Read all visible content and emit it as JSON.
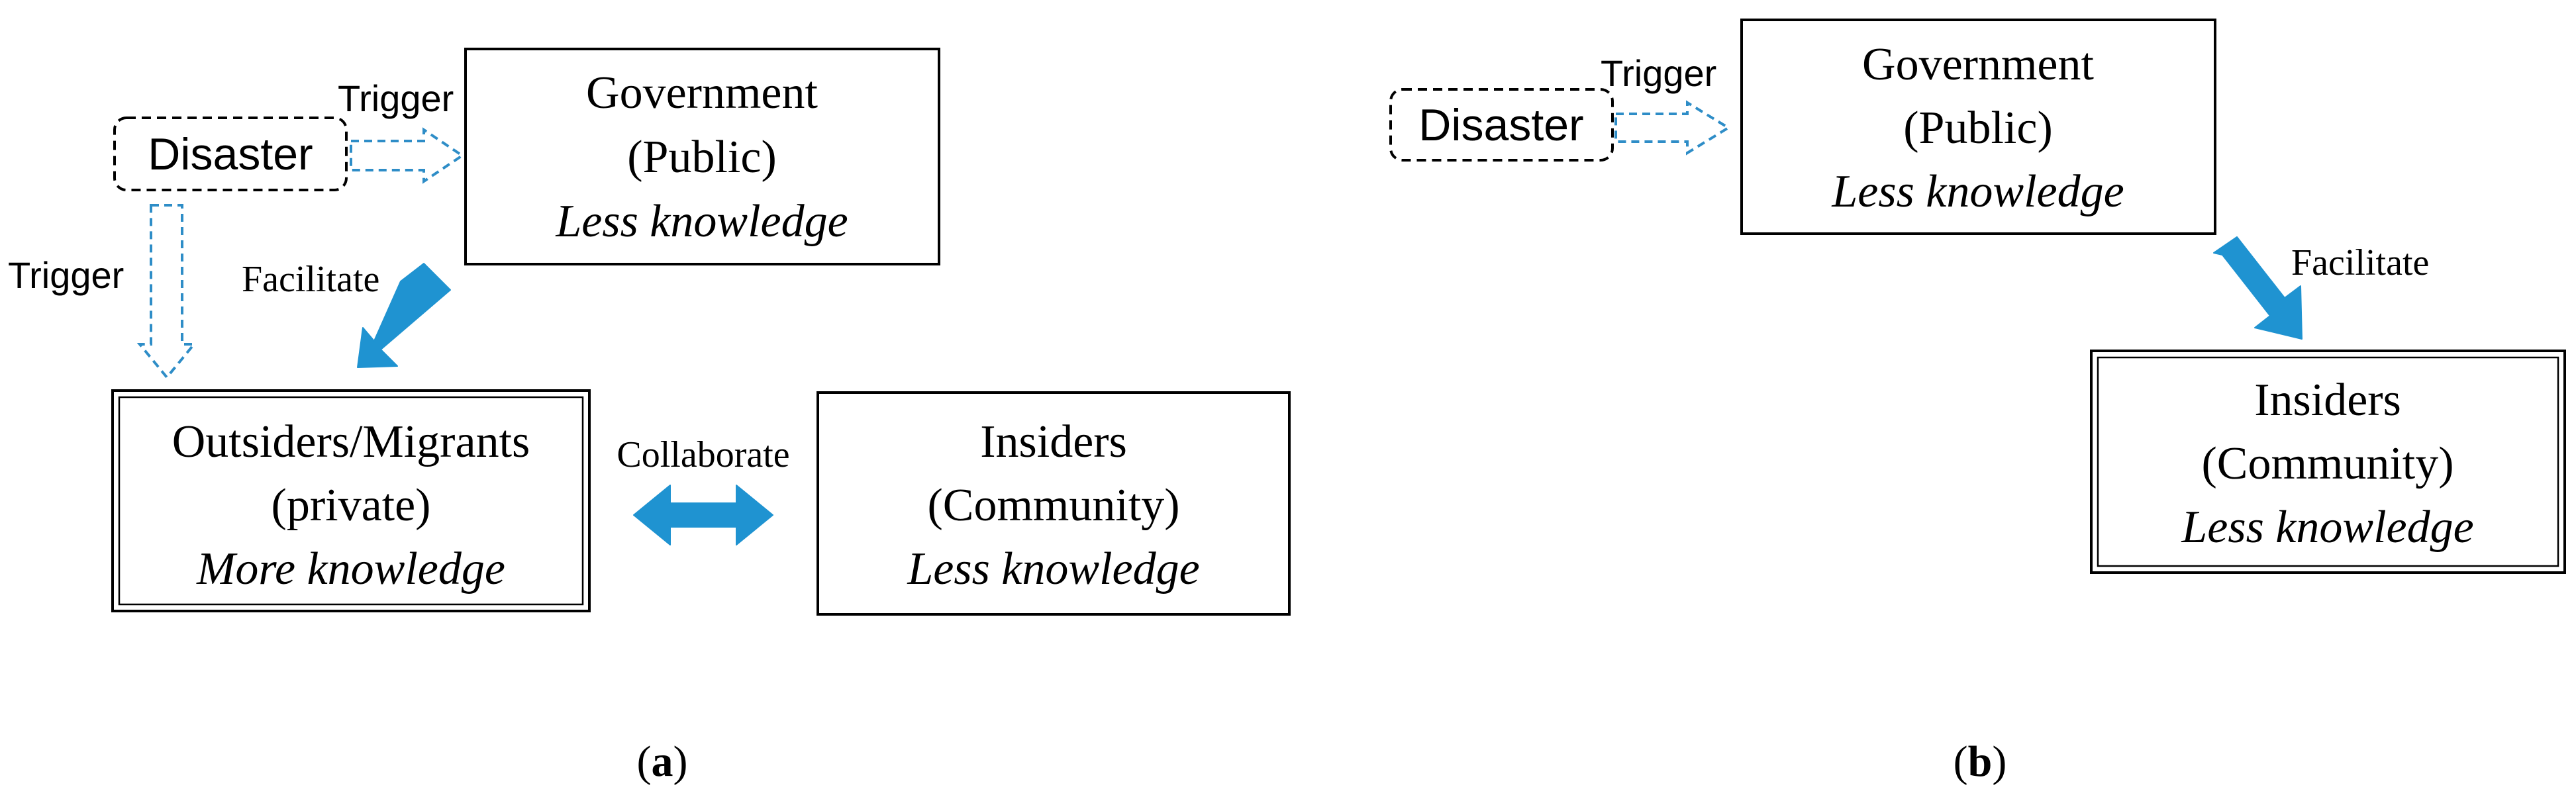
{
  "colors": {
    "arrow_blue": "#1f93d1",
    "dashed_blue": "#2e8dc7",
    "box_border": "#000000",
    "text": "#000000"
  },
  "panel_a": {
    "label": {
      "open": "(",
      "letter": "a",
      "close": ")"
    },
    "disaster": "Disaster",
    "government": {
      "title": "Government",
      "sub": "(Public)",
      "knowledge": "Less knowledge"
    },
    "outsiders": {
      "title": "Outsiders/Migrants",
      "sub": "(private)",
      "knowledge": "More knowledge"
    },
    "insiders": {
      "title": "Insiders",
      "sub": "(Community)",
      "knowledge": "Less knowledge"
    },
    "edges": {
      "trigger_right": "Trigger",
      "trigger_down": "Trigger",
      "facilitate": "Facilitate",
      "collaborate": "Collaborate"
    }
  },
  "panel_b": {
    "label": {
      "open": "(",
      "letter": "b",
      "close": ")"
    },
    "disaster": "Disaster",
    "government": {
      "title": "Government",
      "sub": "(Public)",
      "knowledge": "Less knowledge"
    },
    "insiders": {
      "title": "Insiders",
      "sub": "(Community)",
      "knowledge": "Less knowledge"
    },
    "edges": {
      "trigger_right": "Trigger",
      "facilitate": "Facilitate"
    }
  }
}
